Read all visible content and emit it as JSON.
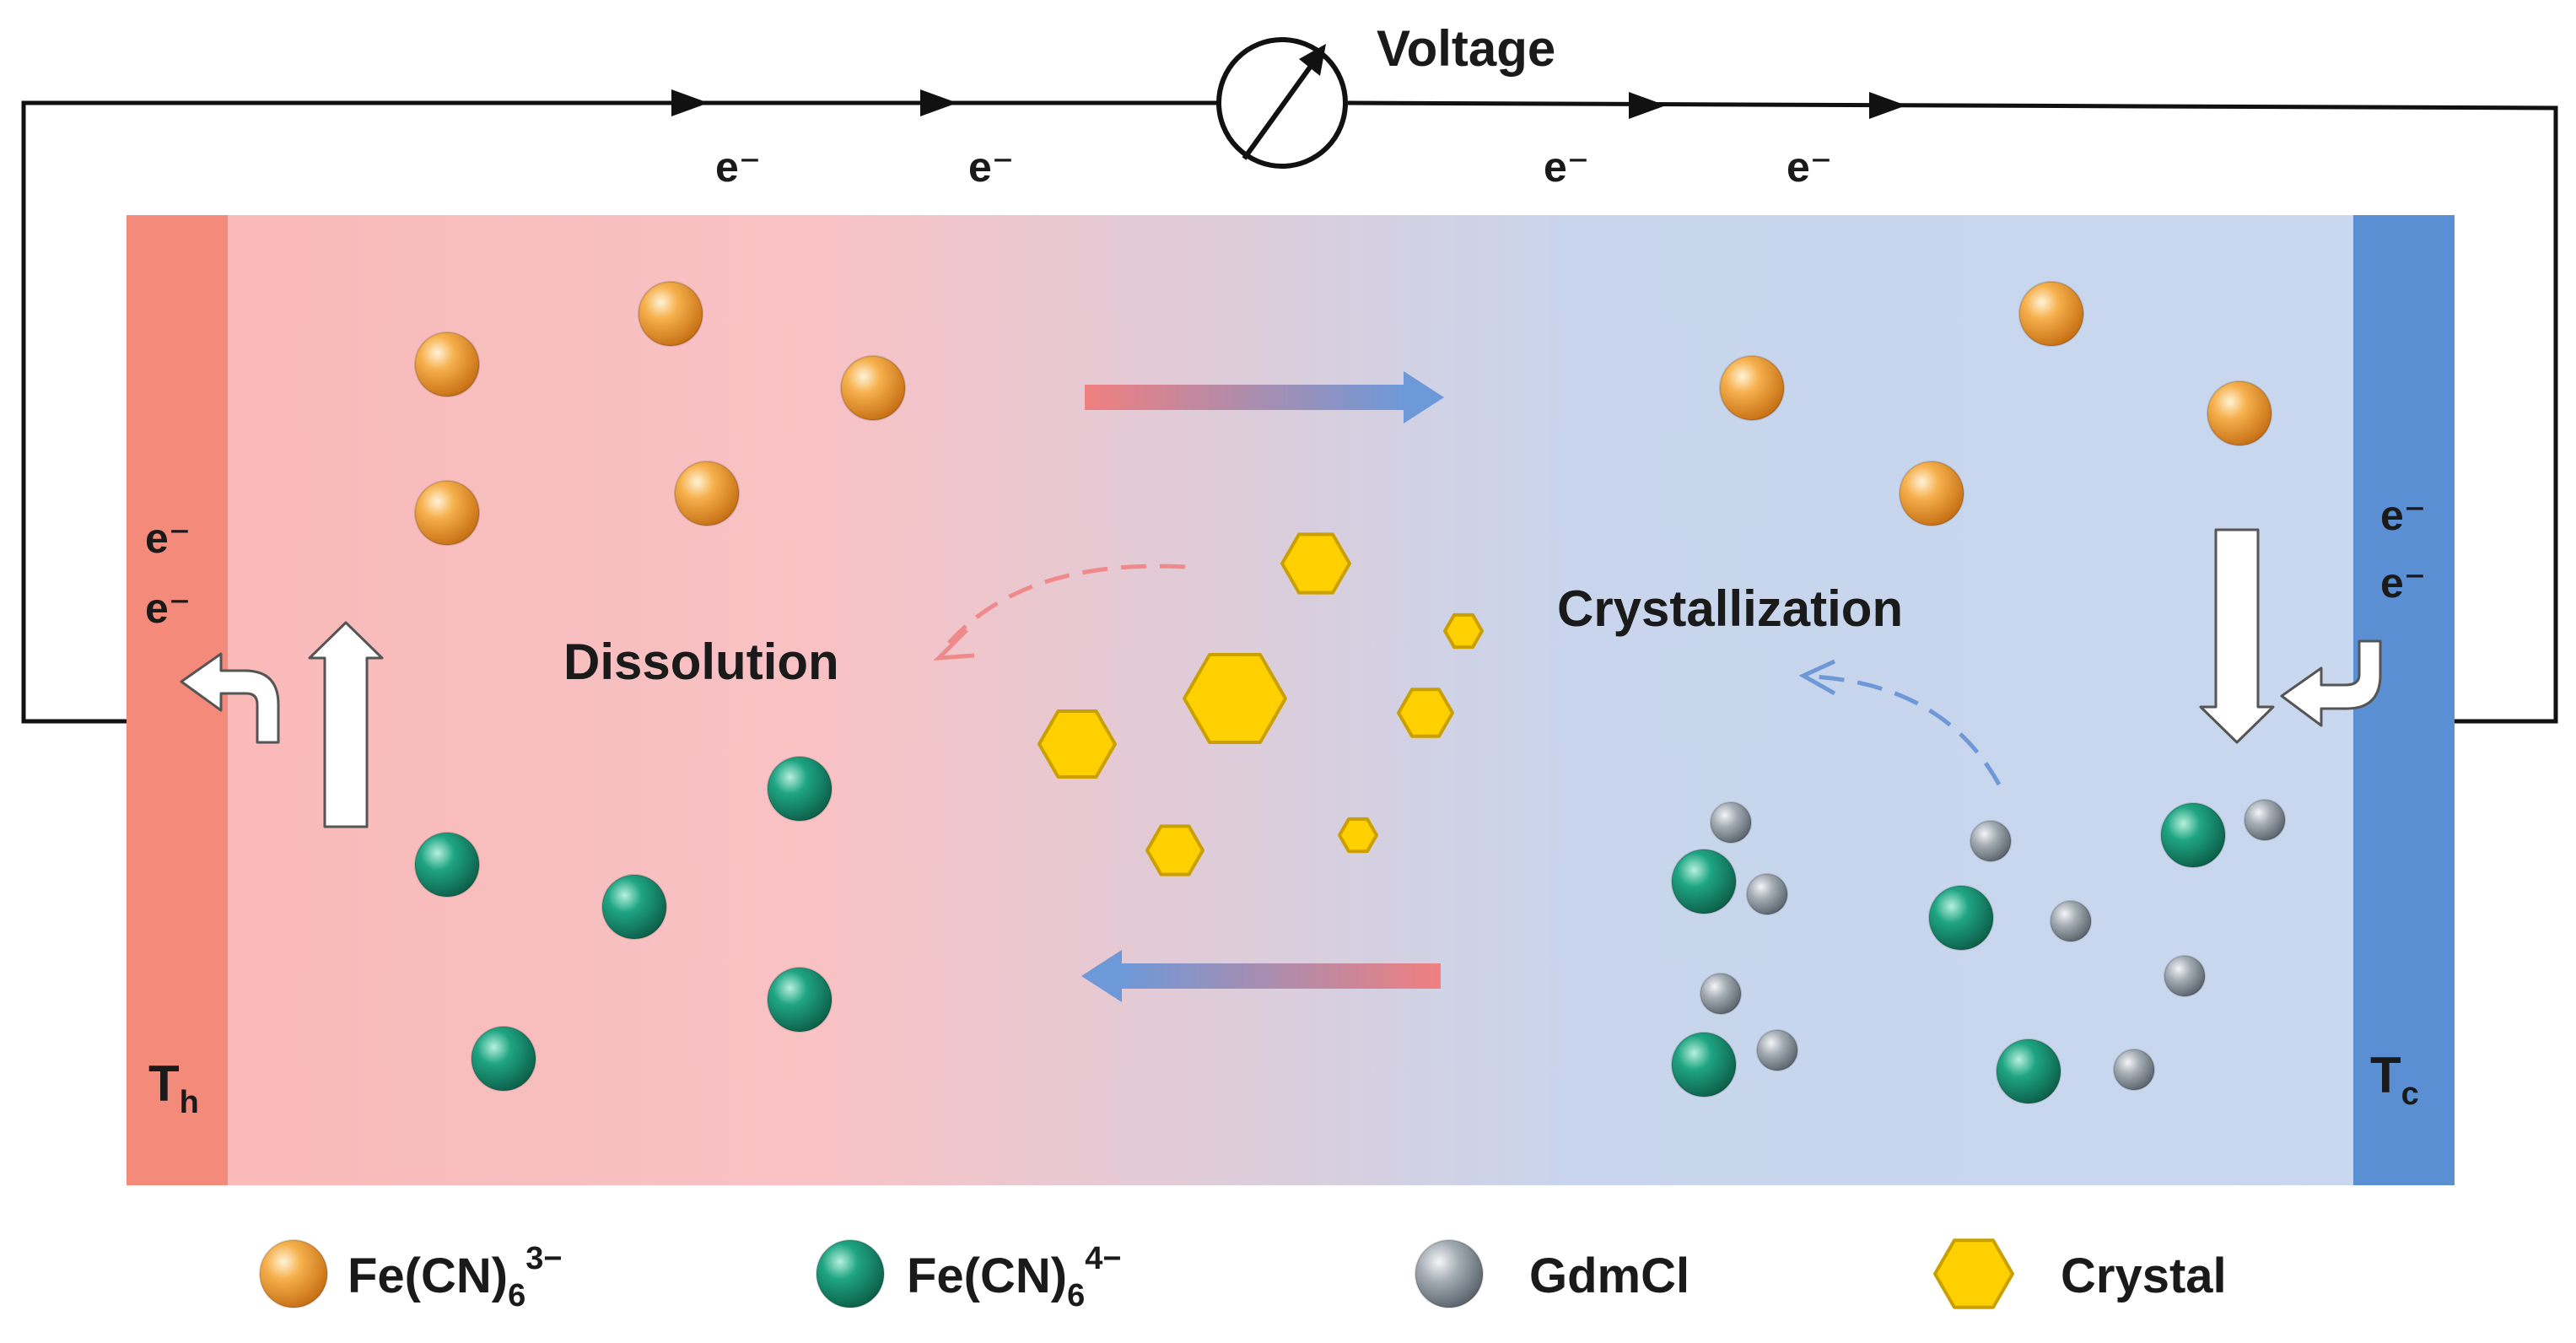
{
  "circuit": {
    "voltage_label": "Voltage",
    "electron_label": "e⁻",
    "arrow_dir": "left-to-right"
  },
  "cell": {
    "hot_side": {
      "label": "T",
      "subscript": "h",
      "color": "#f48b7a"
    },
    "cold_side": {
      "label": "T",
      "subscript": "c",
      "color": "#5a8fd4"
    },
    "gradient_colors": [
      "#f9b8b6",
      "#f6c4c6",
      "#c8d5ec",
      "#c9d8ef"
    ],
    "dissolution_label": "Dissolution",
    "crystallization_label": "Crystallization"
  },
  "colors": {
    "fe3": "#f0a23a",
    "fe4": "#1e9a7c",
    "gdmcl": "#9aa3ab",
    "crystal": "#ffd000",
    "crystal_edge": "#c9a000",
    "flow_red": "#f08a8a",
    "flow_blue": "#6f98d6"
  },
  "legend": [
    {
      "marker": "fe3",
      "text": "Fe(CN)",
      "sub": "6",
      "sup": "3−"
    },
    {
      "marker": "fe4",
      "text": "Fe(CN)",
      "sub": "6",
      "sup": "4−"
    },
    {
      "marker": "gdmcl",
      "text": "GdmCl"
    },
    {
      "marker": "crystal",
      "text": "Crystal"
    }
  ]
}
